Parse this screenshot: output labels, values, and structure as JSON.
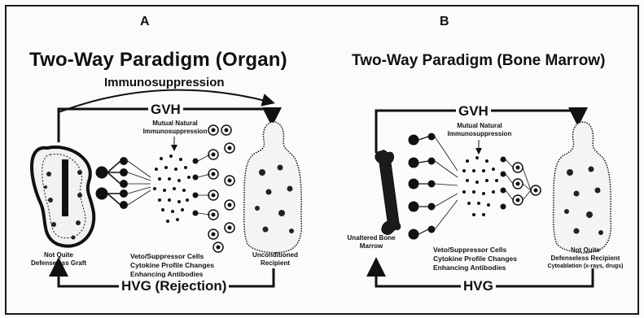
{
  "panel_a": {
    "letter": "A",
    "title": "Two-Way Paradigm (Organ)",
    "immunosuppression_label": "Immunosuppression",
    "gvh_label": "GVH",
    "hvg_label": "HVG (Rejection)",
    "center_label_line1": "Mutual Natural",
    "center_label_line2": "Immunosuppression",
    "effects": [
      "Veto/Suppressor Cells",
      "Cytokine Profile Changes",
      "Enhancing Antibodies"
    ],
    "graft_label_line1": "Not Quite",
    "graft_label_line2": "Defenseless Graft",
    "recipient_label_line1": "Unconditioned",
    "recipient_label_line2": "Recipient"
  },
  "panel_b": {
    "letter": "B",
    "title": "Two-Way Paradigm (Bone Marrow)",
    "gvh_label": "GVH",
    "hvg_label": "HVG",
    "center_label_line1": "Mutual Natural",
    "center_label_line2": "Immunosuppression",
    "effects": [
      "Veto/Suppressor Cells",
      "Cytokine Profile Changes",
      "Enhancing Antibodies"
    ],
    "marrow_label_line1": "Unaltered Bone",
    "marrow_label_line2": "Marrow",
    "recipient_label_line1": "Not Quite",
    "recipient_label_line2": "Defenseless Recipient",
    "recipient_label_line3": "Cytoablation (x-rays, drugs)"
  }
}
